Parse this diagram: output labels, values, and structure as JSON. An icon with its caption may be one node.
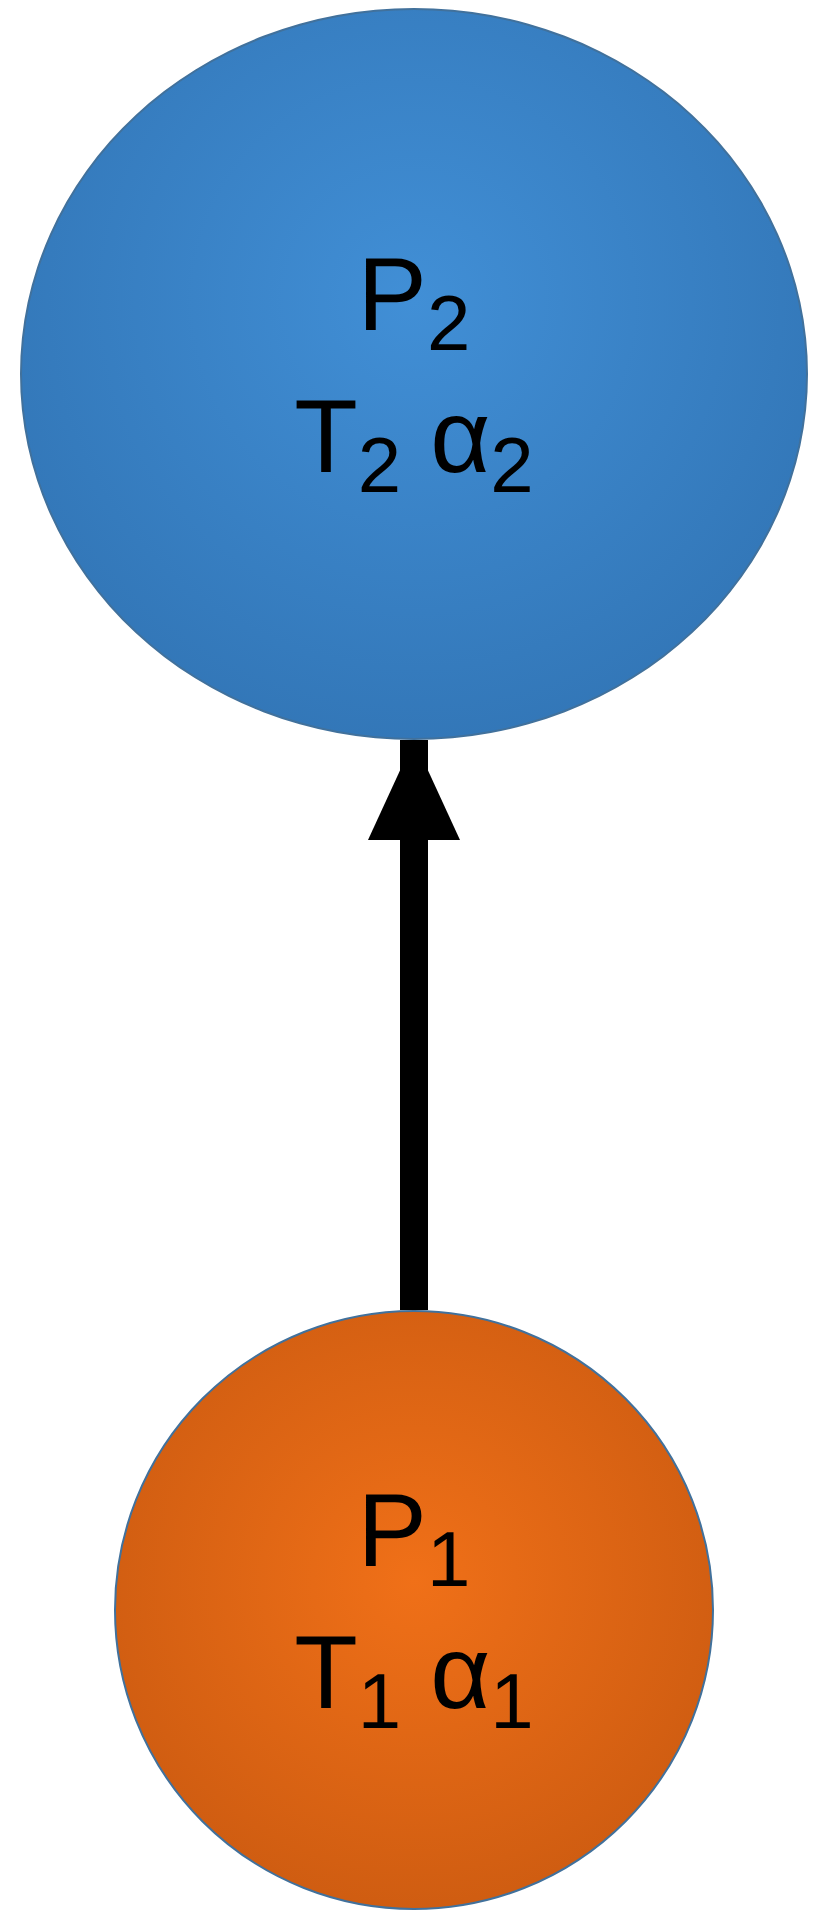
{
  "diagram": {
    "nodes": [
      {
        "text": [
          "P$_{2}$",
          "T$_{2}$ α$_{2}$"
        ]
      },
      {
        "text": [
          "P$_{1}$",
          "T$_{1}$ α$_{1}$"
        ]
      }
    ],
    "edges": [
      {
        "from": 1,
        "to": 0,
        "arrow": "to"
      }
    ]
  }
}
